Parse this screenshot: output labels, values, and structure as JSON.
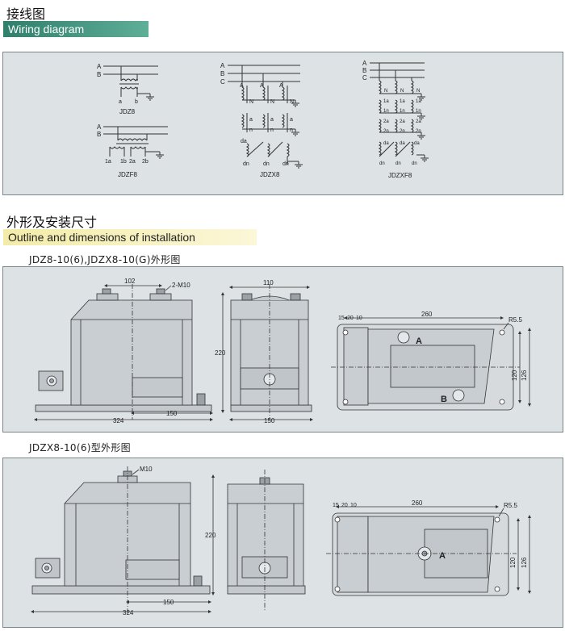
{
  "section1": {
    "title_cn": "接线图",
    "title_en": "Wiring diagram",
    "diagrams": {
      "jdz8": {
        "name": "JDZ8",
        "phase_a": "A",
        "phase_b": "B",
        "term_a": "a",
        "term_b": "b"
      },
      "jdzf8": {
        "name": "JDZF8",
        "phase_a": "A",
        "phase_b": "B",
        "t1": "1a",
        "t2": "1b",
        "t3": "2a",
        "t4": "2b"
      },
      "jdzx8": {
        "name": "JDZX8",
        "phases": [
          "A",
          "B",
          "C"
        ],
        "N": "N",
        "a": "a",
        "n": "n",
        "da": "da",
        "dn": "dn"
      },
      "jdzxf8": {
        "name": "JDZXF8",
        "phases": [
          "A",
          "B",
          "C"
        ],
        "N": "N",
        "w1a": "1a",
        "w1n": "1n",
        "w2a": "2a",
        "w2n": "2n",
        "da": "da",
        "dn": "dn"
      }
    }
  },
  "section2": {
    "title_cn": "外形及安装尺寸",
    "title_en": "Outline and dimensions of installation",
    "drawing1": {
      "subtitle": "JDZ8-10(6),JDZX8-10(G)外形图",
      "front": {
        "d_102": "102",
        "m10": "2-M10",
        "d_220": "220",
        "d_324": "324",
        "d_150": "150"
      },
      "side": {
        "d_110": "110",
        "d_150": "150"
      },
      "top": {
        "d_15": "15",
        "d_20": "20",
        "d_10": "10",
        "d_260": "260",
        "r": "R5.5",
        "d_120": "120",
        "d_126": "126",
        "A": "A",
        "B": "B"
      }
    },
    "drawing2": {
      "subtitle": "JDZX8-10(6)型外形图",
      "front": {
        "m10": "M10",
        "d_220": "220",
        "d_150": "150",
        "d_324": "324"
      },
      "top": {
        "d_15": "15",
        "d_20": "20",
        "d_10": "10",
        "d_260": "260",
        "r": "R5.5",
        "d_120": "120",
        "d_126": "126",
        "A": "A"
      }
    }
  },
  "colors": {
    "wiring_bar": "#4a9a86",
    "outline_bar": "#f5efb8",
    "panel": "#dde2e5",
    "body": "#c9ced2",
    "line": "#333333"
  }
}
